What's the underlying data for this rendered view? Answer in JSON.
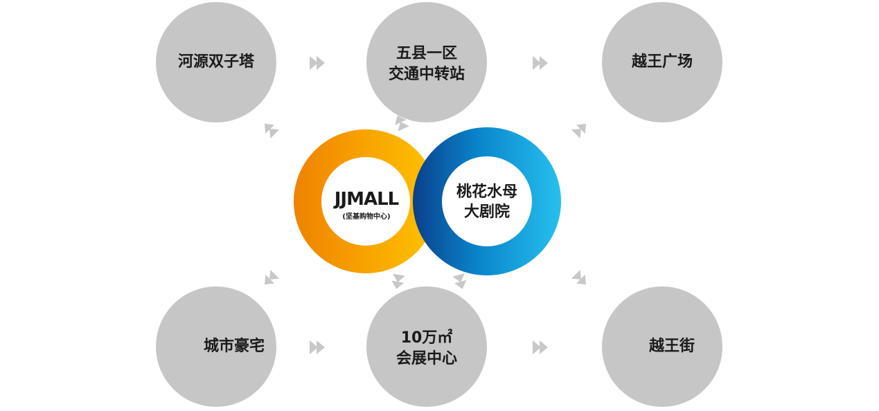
{
  "nodes": {
    "heyuan": {
      "lines": [
        "河源双子塔"
      ]
    },
    "wuxian": {
      "lines": [
        "五县一区",
        "交通中转站"
      ]
    },
    "yuewang_plaza": {
      "lines": [
        "越王广场"
      ]
    },
    "city_mansion": {
      "lines": [
        "城市豪宅"
      ]
    },
    "expo": {
      "lines": [
        "10万㎡",
        "会展中心"
      ]
    },
    "yuewang_street": {
      "lines": [
        "越王街"
      ]
    }
  },
  "hubs": {
    "jjmall": {
      "title": "JJMALL",
      "subtitle": "(坚基购物中心)"
    },
    "jellyfish": {
      "lines": [
        "桃花水母",
        "大剧院"
      ]
    }
  },
  "colors": {
    "node_fill": "#c6c6c7",
    "arrow": "#c8c8c8",
    "orange_start": "#ef8200",
    "orange_end": "#ffc400",
    "blue_start": "#0a3f8c",
    "blue_end": "#27c0ee"
  }
}
